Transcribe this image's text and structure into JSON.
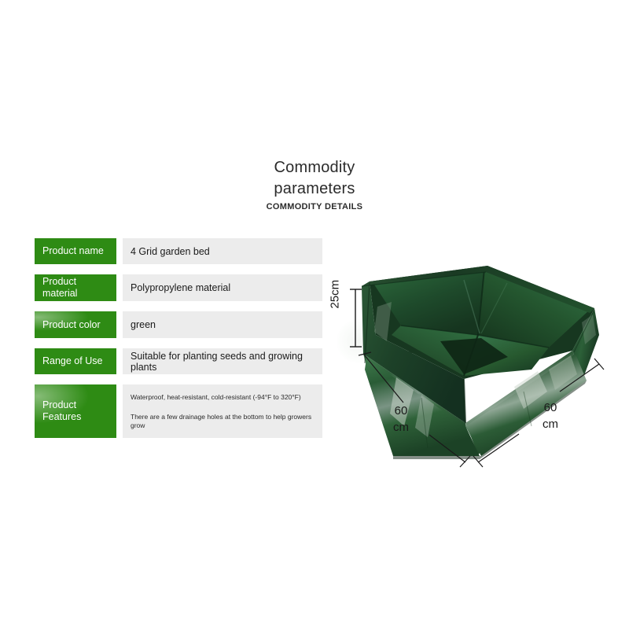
{
  "header": {
    "title_line1": "Commodity",
    "title_line2": "parameters",
    "subtitle": "COMMODITY DETAILS"
  },
  "spec_table": {
    "rows": [
      {
        "label": "Product name",
        "label_line2": "",
        "value": "4 Grid garden bed"
      },
      {
        "label": "Product",
        "label_line2": "material",
        "value": "Polypropylene material"
      },
      {
        "label": "Product color",
        "label_line2": "",
        "value": "green"
      },
      {
        "label": "Range of Use",
        "label_line2": "",
        "value": "Suitable for planting seeds and growing plants"
      },
      {
        "label": "Product",
        "label_line2": "Features",
        "feature_line1": "Waterproof, heat-resistant, cold-resistant (-94°F to 320°F)",
        "feature_line2": "There are a few drainage holes at the bottom to help growers grow"
      }
    ]
  },
  "product_image": {
    "alt_name": "4-grid green fabric raised garden bed",
    "dimensions": {
      "height_label": "25cm",
      "left_width_value": "60",
      "left_width_unit": "cm",
      "right_width_value": "60",
      "right_width_unit": "cm"
    }
  },
  "colors": {
    "label_green": "#2e8b14",
    "value_gray": "#ececec",
    "rule_gray": "#4a4a4a",
    "product_green_dark": "#1d4a28",
    "product_green_mid": "#2c6b3a",
    "product_green_light": "#4f8f5e"
  }
}
